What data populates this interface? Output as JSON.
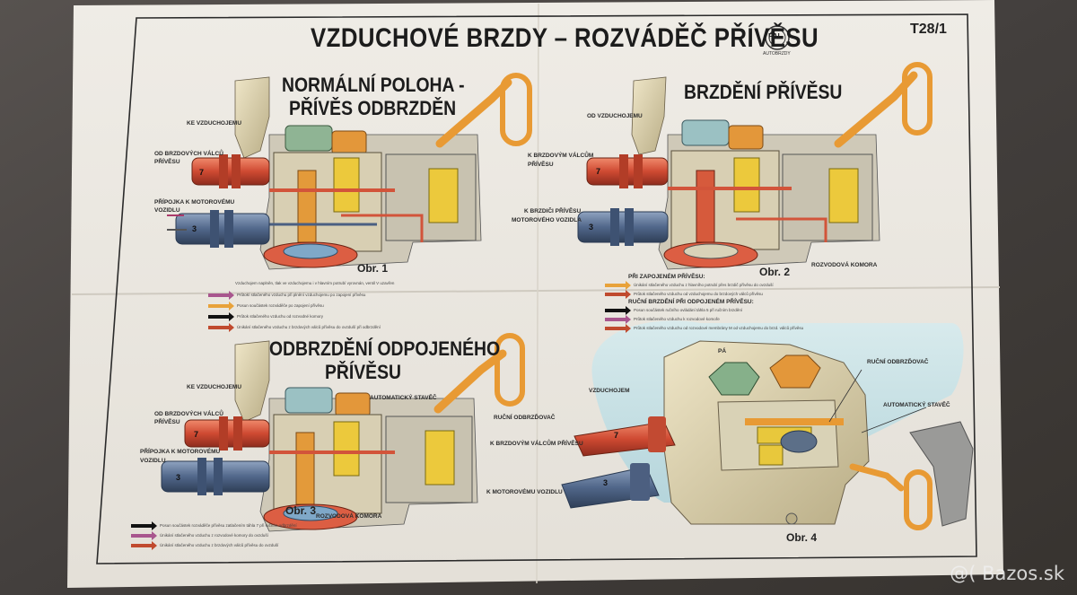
{
  "poster": {
    "title": "VZDUCHOVÉ BRZDY – ROZVÁDĚČ PŘÍVĚSU",
    "code": "T28/1",
    "logo": {
      "word": "PAL",
      "caption": "AUTOBRZDY"
    }
  },
  "panels": {
    "p1": {
      "title_l1": "NORMÁLNÍ POLOHA -",
      "title_l2": "PŘÍVĚS ODBRZDĚN",
      "figure": "Obr. 1",
      "labels": {
        "ke_vzduchojemu": "KE VZDUCHOJEMU",
        "od_valcu_l1": "OD BRZDOVÝCH VÁLCŮ",
        "od_valcu_l2": "PŘÍVĚSU",
        "pripojka_l1": "PŘÍPOJKA K MOTOROVÉMU",
        "pripojka_l2": "VOZIDLU"
      },
      "legend_intro": "Vzduchojem naplněn, tlak ve vzduchojemu i v hlavním potrubí vyrovnán, ventil V uzavřen",
      "legend": [
        "Průtokí stlačeného vzduchu při plnění vzduchojemu po zapojení přívěsu",
        "Posun součástek rozváděče po zapojení přívěsu",
        "Průtok stlačeného vzduchu od rozvodné komory",
        "Únikání stlačeného vzduchu z brzdových válců přívěsu do ovzduší při odbrzdění"
      ]
    },
    "p2": {
      "title": "BRZDĚNÍ PŘÍVĚSU",
      "figure": "Obr. 2",
      "labels": {
        "od_vzduchojemu": "OD VZDUCHOJEMU",
        "k_valcum_l1": "K BRZDOVÝM VÁLCŮM",
        "k_valcum_l2": "PŘÍVĚSU",
        "k_brzdici_l1": "K BRZDIČI PŘÍVĚSU",
        "k_brzdici_l2": "MOTOROVÉHO VOZIDLA",
        "komora": "ROZVODOVÁ KOMORA"
      },
      "legend_head1": "PŘI ZAPOJENÉM PŘÍVĚSU:",
      "legend_a": [
        "Únikání stlačeného vzduchu z hlavního potrubí přes brzdič přívěsu do ovzduší",
        "Průtok stlačeného vzduchu od vzduchojemu do brzdových válců přívěsu"
      ],
      "legend_head2": "RUČNÍ BRZDĚNÍ PŘI ODPOJENÉM PŘÍVĚSU:",
      "legend_b": [
        "Posun součástek ručního ovládání táhla 5 při ručním brzdění",
        "Průtok stlačeného vzduchu k rozvodové komoře",
        "Průtok stlačeného vzduchu od rozvodové membrány M od vzduchojemu do brzd. válců přívěsu"
      ]
    },
    "p3": {
      "title_l1": "ODBRZDĚNÍ ODPOJENÉHO",
      "title_l2": "PŘÍVĚSU",
      "figure": "Obr. 3",
      "labels": {
        "ke_vzduchojemu": "KE VZDUCHOJEMU",
        "od_valcu_l1": "OD BRZDOVÝCH VÁLCŮ",
        "od_valcu_l2": "PŘÍVĚSU",
        "pripojka_l1": "PŘÍPOJKA K MOTOROVÉMU",
        "pripojka_l2": "VOZIDLU",
        "automaticky": "AUTOMATICKÝ STAVĚČ",
        "rucni": "RUČNÍ ODBRZĎOVAČ",
        "komora": "ROZVODOVÁ KOMORA"
      },
      "legend": [
        "Posun součástek rozváděče přívěsu zatlačením táhla 7 při ručním odbrzdění",
        "Únikání stlačeného vzduchu z rozvodové komory do ovzduší",
        "Únikání stlačeného vzduchu z brzdových válců přívěsu do ovzduší"
      ]
    },
    "p4": {
      "figure": "Obr. 4",
      "labels": {
        "vzduchojem": "VZDUCHOJEM",
        "pa": "PÁ",
        "rucni": "RUČNÍ ODBRZĎOVAČ",
        "automaticky": "AUTOMATICKÝ STAVĚČ",
        "k_valcum": "K BRZDOVÝM VÁLCŮM PŘÍVĚSU",
        "k_vozidlu": "K MOTOROVÉMU VOZIDLU"
      }
    }
  },
  "watermark": "@( Bazos.sk",
  "colors": {
    "fabric": "#4a4645",
    "paper": "#ece9e3",
    "border": "#2a2a2a",
    "red_pipe": "#d2543a",
    "blue_pipe": "#566a86",
    "orange": "#e89a34",
    "green": "#86b08a",
    "yellow": "#e8c83c",
    "cream": "#d9cfae",
    "cyan": "#b9dbe3"
  }
}
